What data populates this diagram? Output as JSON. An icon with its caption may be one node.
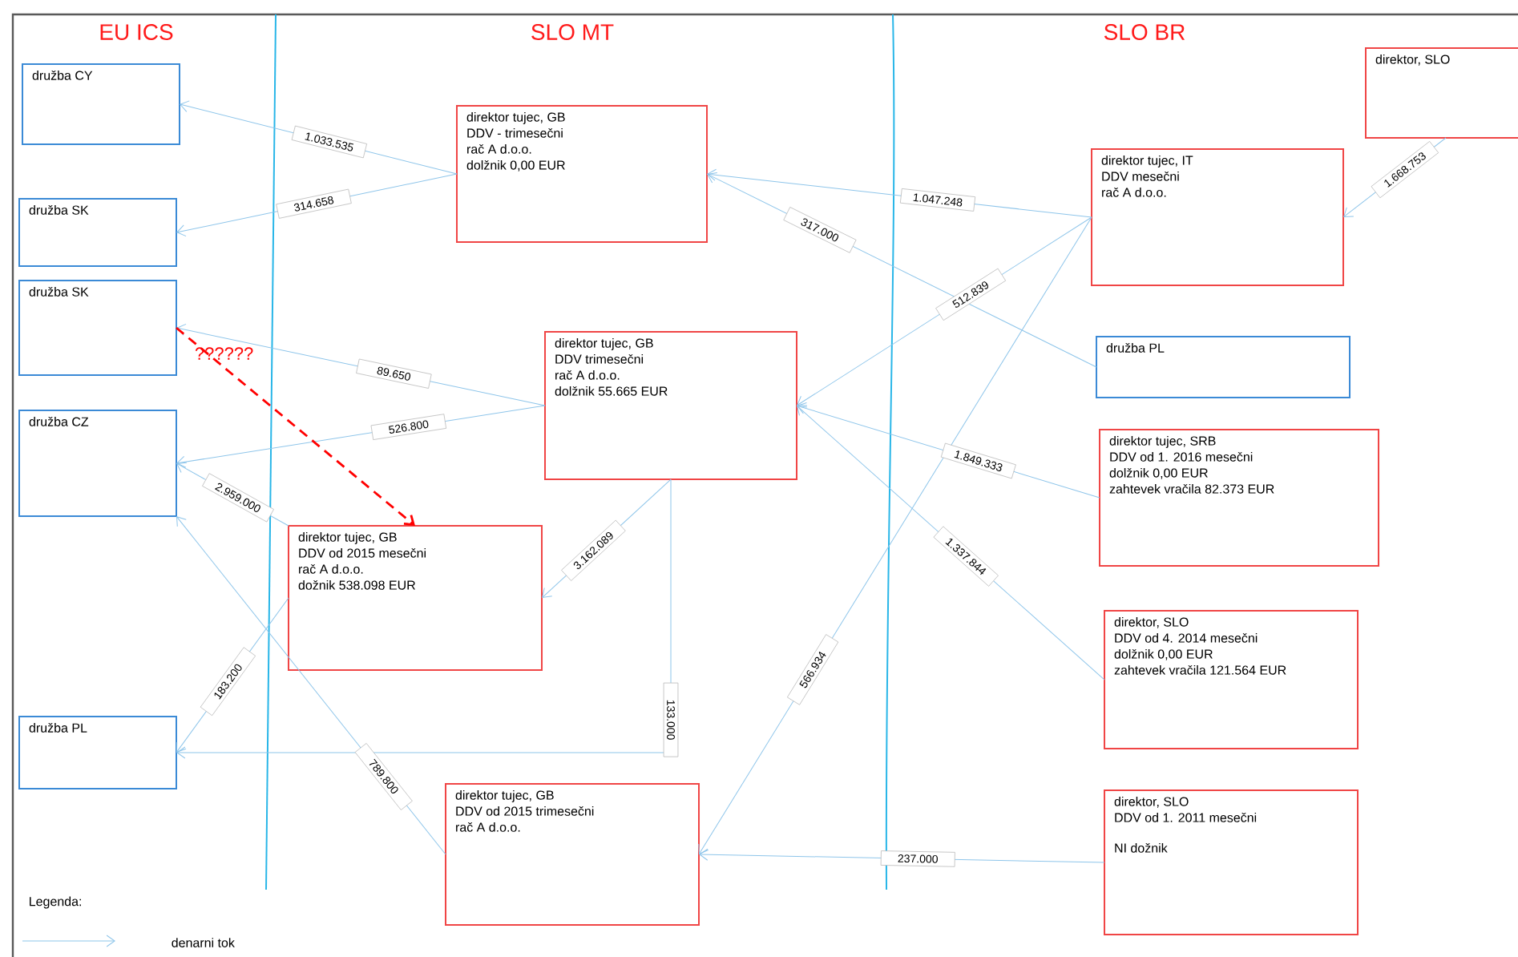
{
  "diagram": {
    "nodes": [
      {
        "text": [
          "družba CY"
        ]
      },
      {
        "text": [
          "družba SK"
        ]
      },
      {
        "text": [
          "družba SK"
        ]
      },
      {
        "text": [
          "družba CZ"
        ]
      },
      {
        "text": [
          "družba PL"
        ]
      },
      {
        "text": [
          "direktor tujec, GB",
          "DDV - trimesečni",
          "rač A d.o.o.",
          "dolžnik 0,00 EUR"
        ]
      },
      {
        "text": [
          "direktor tujec, GB",
          "DDV trimesečni",
          "rač A d.o.o.",
          "dolžnik 55.665 EUR"
        ]
      },
      {
        "text": [
          "direktor tujec, GB",
          "DDV od 2015 mesečni",
          "rač A d.o.o.",
          "dožnik 538.098 EUR"
        ]
      },
      {
        "text": [
          "direktor tujec, GB",
          "DDV od 2015 trimesečni",
          "rač A d.o.o."
        ]
      },
      {
        "text": [
          "direktor, SLO"
        ]
      },
      {
        "text": [
          "direktor tujec, IT",
          "DDV mesečni",
          "rač A d.o.o."
        ]
      },
      {
        "text": [
          "družba PL"
        ]
      },
      {
        "text": [
          "direktor tujec, SRB",
          "DDV od 1. 2016 mesečni",
          "dolžnik 0,00 EUR",
          "zahtevek vračila 82.373 EUR"
        ]
      },
      {
        "text": [
          "direktor, SLO",
          "DDV od 4. 2014 mesečni",
          "dolžnik 0,00 EUR",
          "zahtevek vračila 121.564 EUR"
        ]
      },
      {
        "text": [
          "direktor, SLO",
          "DDV od 1. 2011 mesečni",
          "NI dožnik"
        ]
      }
    ],
    "edges": [
      {
        "from": 5,
        "to": 0,
        "arrow": "to",
        "label": "1.033.535"
      },
      {
        "from": 5,
        "to": 1,
        "arrow": "to",
        "label": "314.658"
      },
      {
        "from": 6,
        "to": 2,
        "arrow": "to",
        "label": "89.650"
      },
      {
        "from": 6,
        "to": 3,
        "arrow": "to",
        "label": "526.800"
      },
      {
        "from": 7,
        "to": 3,
        "arrow": "to",
        "label": "2.959.000"
      },
      {
        "from": 8,
        "to": 3,
        "arrow": "to",
        "label": "789.800"
      },
      {
        "from": 7,
        "to": 4,
        "arrow": "to",
        "label": "183.200"
      },
      {
        "from": 6,
        "to": 4,
        "arrow": "to",
        "label": "133.000"
      },
      {
        "from": 6,
        "to": 7,
        "arrow": "to",
        "label": "3.162.089"
      },
      {
        "from": 10,
        "to": 5,
        "arrow": "to",
        "label": "1.047.248"
      },
      {
        "from": 11,
        "to": 5,
        "arrow": "to",
        "label": "317.000"
      },
      {
        "from": 10,
        "to": 6,
        "arrow": "to",
        "label": "512.839"
      },
      {
        "from": 12,
        "to": 6,
        "arrow": "to",
        "label": "1.849.333"
      },
      {
        "from": 13,
        "to": 6,
        "arrow": "to",
        "label": "1.337.844"
      },
      {
        "from": 10,
        "to": 8,
        "arrow": "to",
        "label": "566.934"
      },
      {
        "from": 14,
        "to": 8,
        "arrow": "to",
        "label": "237.000"
      },
      {
        "from": 9,
        "to": 10,
        "arrow": "to",
        "label": "1.668.753"
      },
      {
        "from": 2,
        "to": 7,
        "arrow": "to",
        "label": "??????",
        "style": "dashed",
        "color": "#ff0000"
      }
    ],
    "labels": [
      "EU ICS",
      "SLO MT",
      "SLO BR",
      "Legenda:"
    ],
    "legend": [
      {
        "text": "denarni tok"
      }
    ]
  }
}
